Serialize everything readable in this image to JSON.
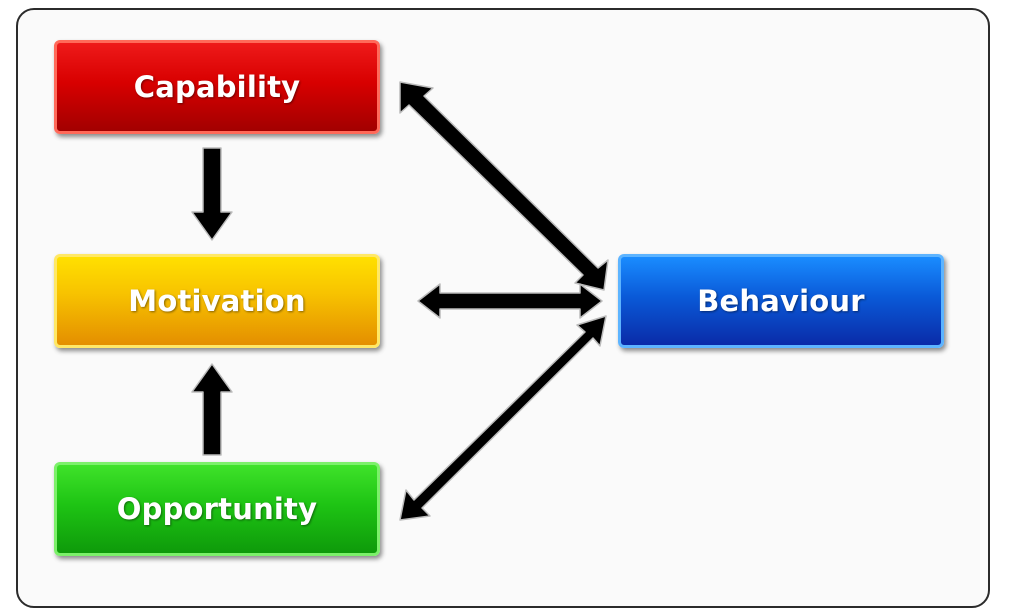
{
  "diagram": {
    "nodes": {
      "capability": "Capability",
      "motivation": "Motivation",
      "opportunity": "Opportunity",
      "behaviour": "Behaviour"
    },
    "edges": [
      {
        "from": "capability",
        "to": "motivation",
        "direction": "one-way"
      },
      {
        "from": "opportunity",
        "to": "motivation",
        "direction": "one-way"
      },
      {
        "from": "capability",
        "to": "behaviour",
        "direction": "two-way"
      },
      {
        "from": "motivation",
        "to": "behaviour",
        "direction": "two-way"
      },
      {
        "from": "opportunity",
        "to": "behaviour",
        "direction": "two-way"
      }
    ],
    "colors": {
      "capability": "#d80000",
      "motivation": "#f8c400",
      "opportunity": "#1ec414",
      "behaviour": "#0a5ad8",
      "arrow": "#000000"
    }
  }
}
